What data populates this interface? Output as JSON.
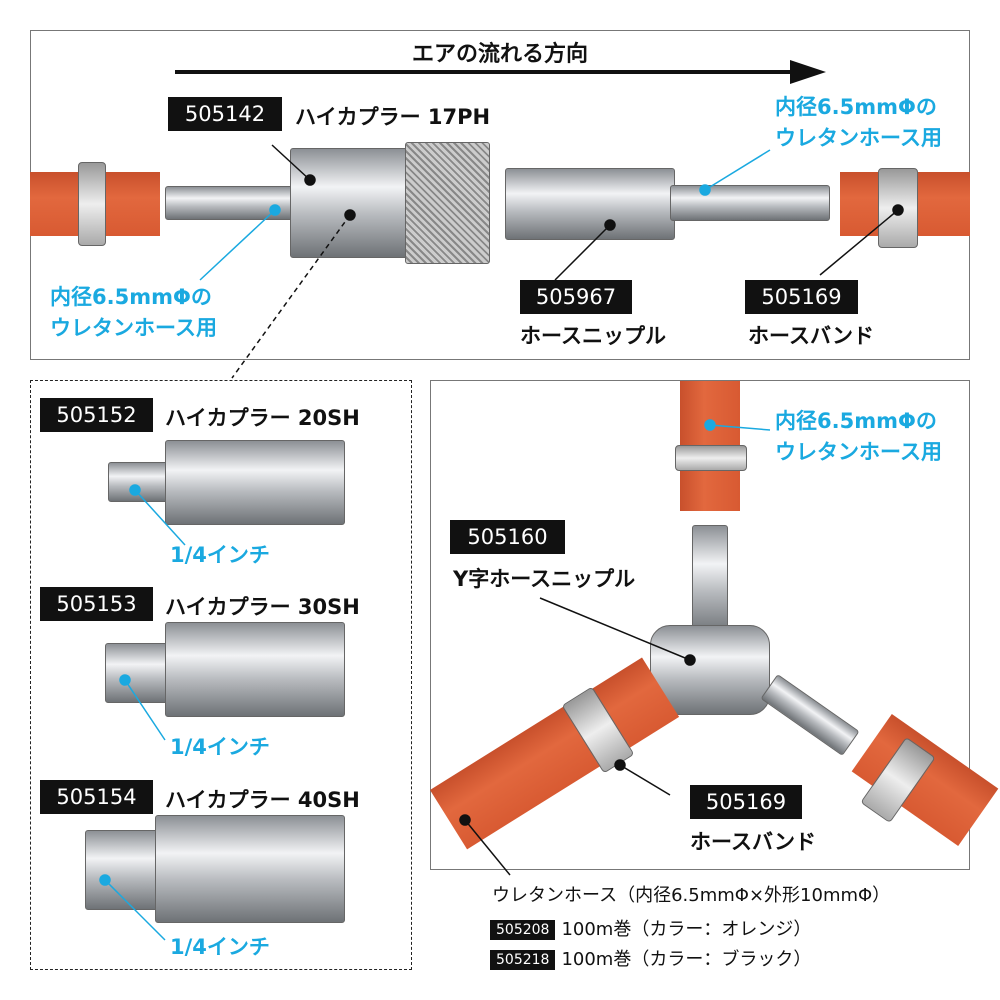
{
  "top": {
    "flow_title": "エアの流れる方向",
    "coupler_code": "505142",
    "coupler_name": "ハイカプラー 17PH",
    "hose_note_right": [
      "内径6.5mmΦの",
      "ウレタンホース用"
    ],
    "hose_note_left": [
      "内径6.5mmΦの",
      "ウレタンホース用"
    ],
    "nipple_code": "505967",
    "nipple_name": "ホースニップル",
    "band_code": "505169",
    "band_name": "ホースバンド"
  },
  "variants": [
    {
      "code": "505152",
      "name": "ハイカプラー 20SH",
      "thread": "1/4インチ"
    },
    {
      "code": "505153",
      "name": "ハイカプラー 30SH",
      "thread": "1/4インチ"
    },
    {
      "code": "505154",
      "name": "ハイカプラー 40SH",
      "thread": "1/4インチ"
    }
  ],
  "y_section": {
    "hose_note": [
      "内径6.5mmΦの",
      "ウレタンホース用"
    ],
    "y_code": "505160",
    "y_name": "Y字ホースニップル",
    "band_code": "505169",
    "band_name": "ホースバンド"
  },
  "hose_info": {
    "title": "ウレタンホース（内径6.5mmΦ×外形10mmΦ）",
    "items": [
      {
        "code": "505208",
        "desc": "100m巻（カラー：オレンジ）"
      },
      {
        "code": "505218",
        "desc": "100m巻（カラー：ブラック）"
      }
    ]
  },
  "colors": {
    "accent": "#1aa9e0",
    "hose": "#e0623a"
  }
}
